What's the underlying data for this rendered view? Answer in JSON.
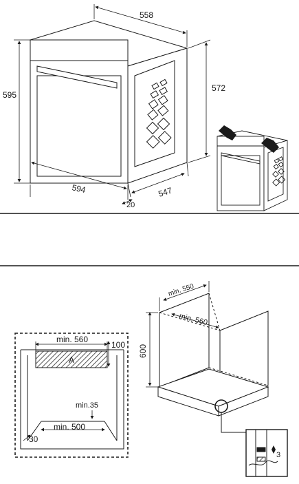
{
  "oven_dimensions": {
    "width": "594",
    "height": "595",
    "top_depth": "558",
    "body_depth": "547",
    "body_height": "572",
    "front_thickness": "20"
  },
  "cabinet_front_view": {
    "min_width": "min. 560",
    "top_gap": "100",
    "zone_label": "A",
    "min_35": "min.35",
    "bottom_min": "min. 500",
    "bottom_gap": "30"
  },
  "cabinet_perspective": {
    "min_depth": "min. 550",
    "min_width": "min. 560",
    "height": "600"
  },
  "detail_inset": {
    "gap": "3"
  },
  "colors": {
    "line": "#1a1a1a",
    "separator": "#1a1a1a",
    "hatch": "#555555"
  }
}
